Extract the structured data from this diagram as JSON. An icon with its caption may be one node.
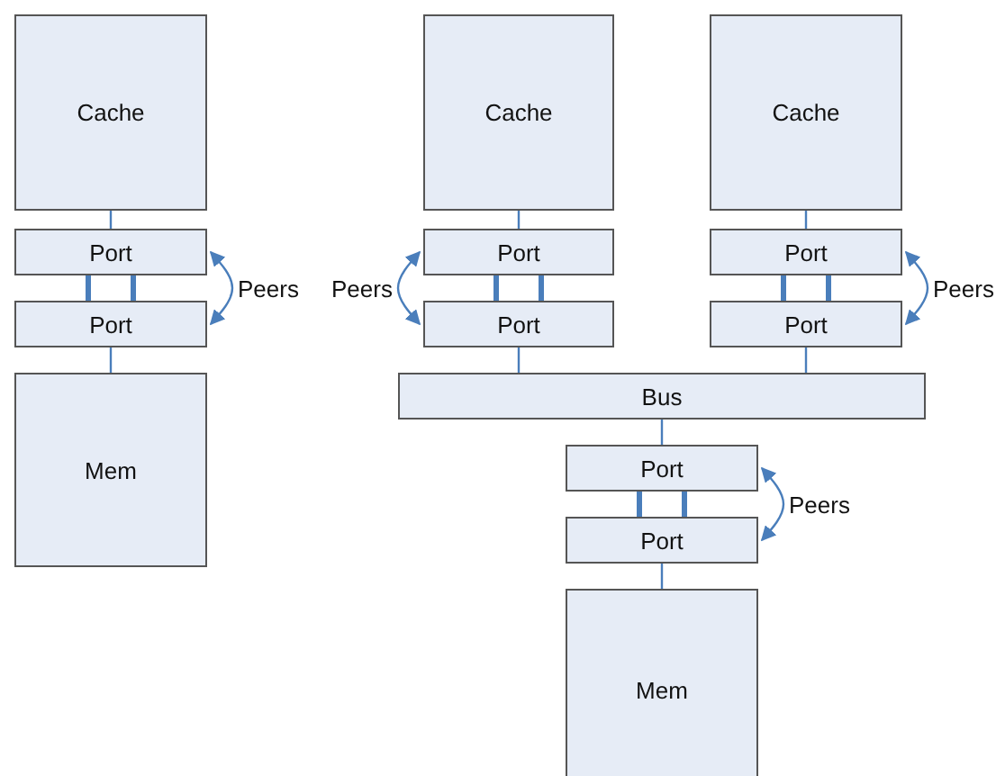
{
  "diagram": {
    "nodes": [
      {
        "text": [
          "Cache"
        ]
      },
      {
        "text": [
          "Port"
        ]
      },
      {
        "text": [
          "Port"
        ]
      },
      {
        "text": [
          "Mem"
        ]
      },
      {
        "text": [
          "Cache"
        ]
      },
      {
        "text": [
          "Port"
        ]
      },
      {
        "text": [
          "Port"
        ]
      },
      {
        "text": [
          "Cache"
        ]
      },
      {
        "text": [
          "Port"
        ]
      },
      {
        "text": [
          "Port"
        ]
      },
      {
        "text": [
          "Bus"
        ]
      },
      {
        "text": [
          "Port"
        ]
      },
      {
        "text": [
          "Port"
        ]
      },
      {
        "text": [
          "Mem"
        ]
      }
    ],
    "edges": [
      {
        "from": 0,
        "to": 1,
        "arrow": "none"
      },
      {
        "from": 1,
        "to": 2,
        "arrow": "none",
        "style": "thick"
      },
      {
        "from": 1,
        "to": 2,
        "arrow": "none",
        "style": "thick"
      },
      {
        "from": 1,
        "to": 2,
        "arrow": "both",
        "label": "Peers"
      },
      {
        "from": 2,
        "to": 3,
        "arrow": "none"
      },
      {
        "from": 4,
        "to": 5,
        "arrow": "none"
      },
      {
        "from": 5,
        "to": 6,
        "arrow": "none",
        "style": "thick"
      },
      {
        "from": 5,
        "to": 6,
        "arrow": "none",
        "style": "thick"
      },
      {
        "from": 5,
        "to": 6,
        "arrow": "both",
        "label": "Peers"
      },
      {
        "from": 6,
        "to": 10,
        "arrow": "none"
      },
      {
        "from": 7,
        "to": 8,
        "arrow": "none"
      },
      {
        "from": 8,
        "to": 9,
        "arrow": "none",
        "style": "thick"
      },
      {
        "from": 8,
        "to": 9,
        "arrow": "none",
        "style": "thick"
      },
      {
        "from": 8,
        "to": 9,
        "arrow": "both",
        "label": "Peers"
      },
      {
        "from": 9,
        "to": 10,
        "arrow": "none"
      },
      {
        "from": 10,
        "to": 11,
        "arrow": "none"
      },
      {
        "from": 11,
        "to": 12,
        "arrow": "none",
        "style": "thick"
      },
      {
        "from": 11,
        "to": 12,
        "arrow": "none",
        "style": "thick"
      },
      {
        "from": 11,
        "to": 12,
        "arrow": "both",
        "label": "Peers"
      },
      {
        "from": 12,
        "to": 13,
        "arrow": "none"
      }
    ]
  }
}
